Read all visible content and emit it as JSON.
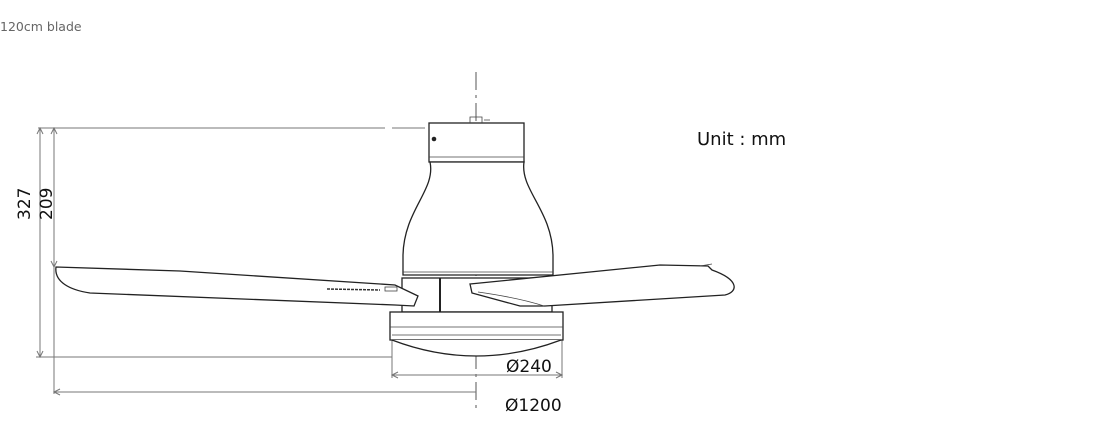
{
  "caption": "120cm blade",
  "drawing": {
    "unit_label": "Unit : mm",
    "dim_total_height": "327",
    "dim_blade_height": "209",
    "dim_light_diameter": "Ø240",
    "dim_sweep_diameter": "Ø1200"
  }
}
